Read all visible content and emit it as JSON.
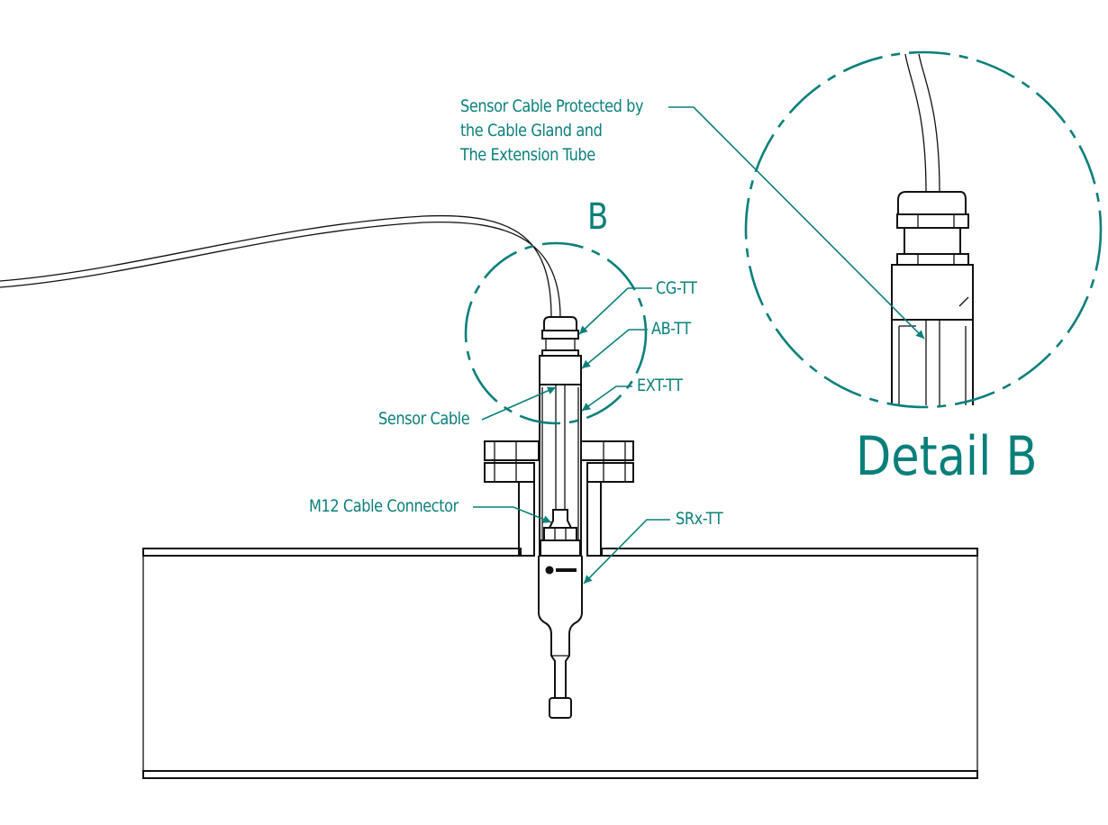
{
  "labels": {
    "protected_line1": "Sensor Cable Protected by",
    "protected_line2": "the Cable Gland and",
    "protected_line3": "The Extension Tube",
    "cg": "CG-TT",
    "ab": "AB-TT",
    "ext": "EXT-TT",
    "sensor_cable": "Sensor Cable",
    "m12": "M12 Cable Connector",
    "srx": "SRx-TT",
    "section_mark": "B",
    "detail_title": "Detail B"
  },
  "colors": {
    "annotation": "#0a7f7a",
    "line": "#111111"
  }
}
